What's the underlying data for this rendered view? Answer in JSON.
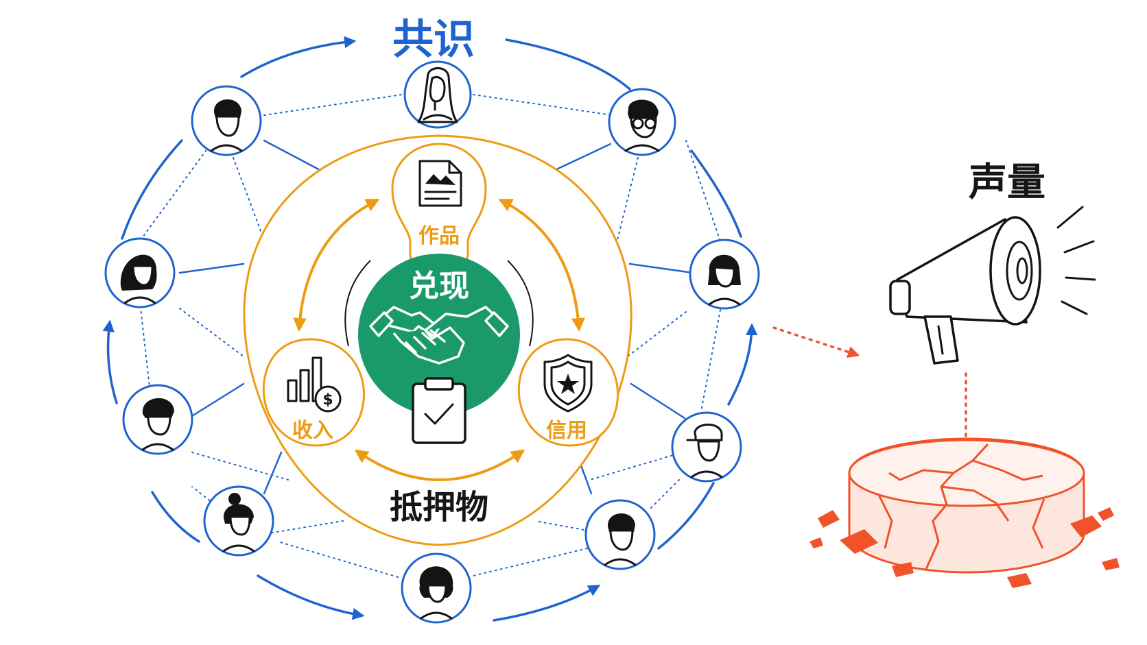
{
  "labels": {
    "consensus": "共识",
    "works": "作品",
    "redeem": "兑现",
    "income": "收入",
    "credit": "信用",
    "collateral": "抵押物",
    "voice": "声量"
  },
  "colors": {
    "network_blue": "#1f63d0",
    "collateral_orange": "#ee9b14",
    "redeem_green": "#1a9a6b",
    "crack_red": "#f0522a",
    "ink": "#141414"
  },
  "icons": {
    "works": "document-image-icon",
    "income": "bar-chart-dollar-icon",
    "credit": "shield-star-icon",
    "redeem": "handshake-icon",
    "contract": "clipboard-check-icon",
    "voice": "megaphone-icon",
    "foundation": "cracked-pedestal-icon"
  },
  "people": [
    {
      "id": "woman-long-hair-top",
      "icon": "person-woman-icon"
    },
    {
      "id": "man-glasses",
      "icon": "person-glasses-icon"
    },
    {
      "id": "woman-bob-right",
      "icon": "person-woman-bob-icon"
    },
    {
      "id": "man-cap",
      "icon": "person-cap-icon"
    },
    {
      "id": "man-short-hair-bottom-right",
      "icon": "person-man-icon"
    },
    {
      "id": "curly-hair-bottom",
      "icon": "person-curly-icon"
    },
    {
      "id": "woman-bun",
      "icon": "person-bun-icon"
    },
    {
      "id": "man-wavy-hair",
      "icon": "person-man-wavy-icon"
    },
    {
      "id": "woman-wavy-left",
      "icon": "person-woman-wavy-icon"
    },
    {
      "id": "man-top-left",
      "icon": "person-man-icon"
    }
  ]
}
